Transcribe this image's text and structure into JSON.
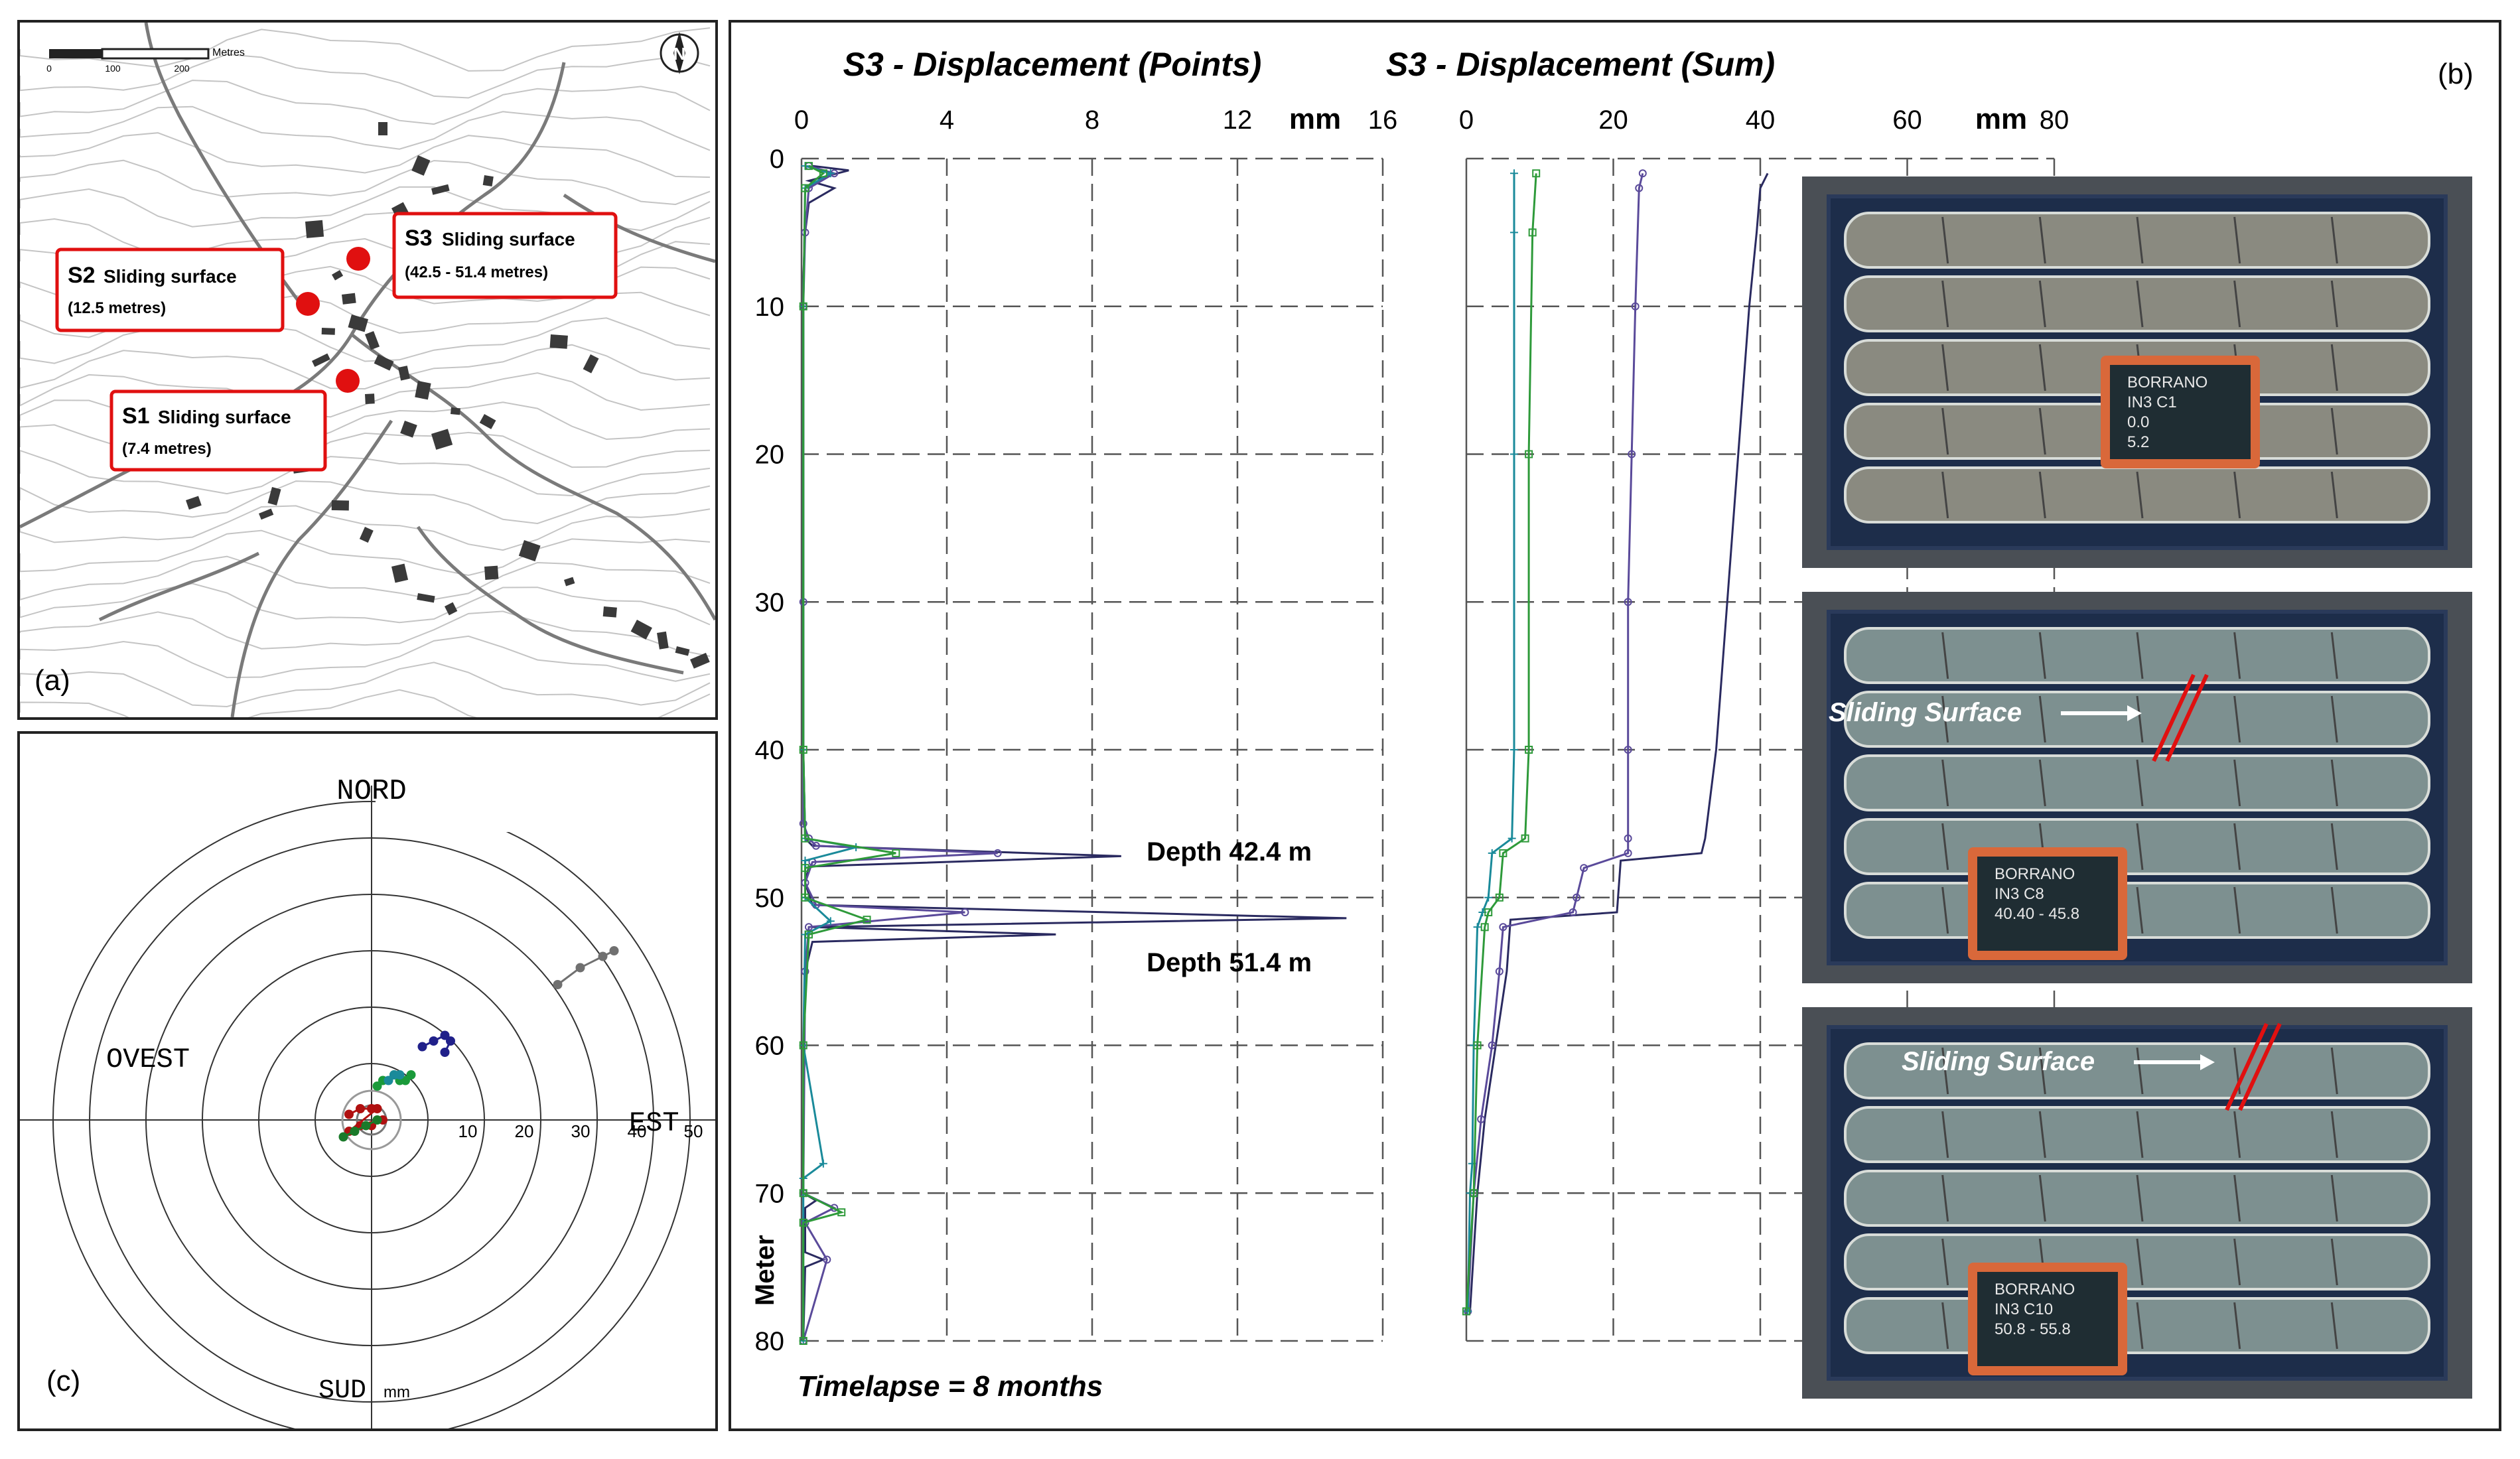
{
  "panel_a": {
    "tag": "(a)",
    "scale_unit": "Metres",
    "scale_ticks": [
      "0",
      "100",
      "200"
    ],
    "north": "N",
    "callouts": [
      {
        "id": "S2",
        "name": "S2",
        "label": "Sliding surface",
        "sub": "(12.5 metres)"
      },
      {
        "id": "S3",
        "name": "S3",
        "label": "Sliding surface",
        "sub": "(42.5 - 51.4 metres)"
      },
      {
        "id": "S1",
        "name": "S1",
        "label": "Sliding surface",
        "sub": "(7.4 metres)"
      }
    ],
    "marker_color": "#e01010"
  },
  "panel_b": {
    "tag": "(b)",
    "ylabel": "Meter",
    "yticks": [
      "0",
      "10",
      "20",
      "30",
      "40",
      "50",
      "60",
      "70",
      "80"
    ],
    "footnote": "Timelapse = 8 months",
    "photos": [
      {
        "board_lines": [
          "BORRANO",
          "IN3 C1",
          "0.0",
          "5.2"
        ]
      },
      {
        "board_lines": [
          "BORRANO",
          "IN3 C8",
          "40.40 - 45.8"
        ],
        "annotation": "Sliding Surface"
      },
      {
        "board_lines": [
          "BORRANO",
          "IN3 C10",
          "50.8 - 55.8"
        ],
        "annotation": "Sliding Surface"
      }
    ]
  },
  "panel_c": {
    "tag": "(c)",
    "north": "NORD",
    "south": "SUD",
    "east": "EST",
    "west": "OVEST",
    "unit": "mm",
    "ring_labels": [
      "10",
      "20",
      "30",
      "40",
      "50"
    ]
  },
  "chart_data": [
    {
      "type": "line",
      "title": "S3 - Displacement (Points)",
      "xlabel": "mm",
      "ylabel": "Meter",
      "xlim": [
        0,
        16
      ],
      "xticks": [
        "0",
        "4",
        "8",
        "12",
        "16"
      ],
      "ylim": [
        0,
        80
      ],
      "y_inverted": true,
      "grid": true,
      "annotations": [
        {
          "text": "Depth 42.4 m",
          "x": 9.5,
          "y": 47.5
        },
        {
          "text": "Depth 51.4 m",
          "x": 9.5,
          "y": 55
        }
      ],
      "series": [
        {
          "color": "#2a2a60",
          "marker": "line",
          "points": [
            [
              0.3,
              0.5
            ],
            [
              1.3,
              0.8
            ],
            [
              0.2,
              1.5
            ],
            [
              0.9,
              2
            ],
            [
              0.2,
              3
            ],
            [
              0.1,
              5
            ],
            [
              0.05,
              8
            ],
            [
              0.05,
              20
            ],
            [
              0.05,
              40
            ],
            [
              0.1,
              46
            ],
            [
              0.3,
              46.5
            ],
            [
              8.8,
              47.2
            ],
            [
              0.2,
              47.9
            ],
            [
              0.1,
              49
            ],
            [
              0.3,
              50.5
            ],
            [
              15.0,
              51.4
            ],
            [
              0.3,
              52
            ],
            [
              7.0,
              52.5
            ],
            [
              0.3,
              53
            ],
            [
              0.1,
              55
            ],
            [
              0.05,
              65
            ],
            [
              0.05,
              70
            ],
            [
              0.4,
              70.5
            ],
            [
              0.1,
              71
            ],
            [
              0.1,
              74
            ],
            [
              0.6,
              74.5
            ],
            [
              0.1,
              75
            ],
            [
              0.05,
              80
            ]
          ]
        },
        {
          "color": "#5a4a9a",
          "marker": "circle",
          "points": [
            [
              0.2,
              0.5
            ],
            [
              0.9,
              1
            ],
            [
              0.2,
              2
            ],
            [
              0.1,
              5
            ],
            [
              0.05,
              10
            ],
            [
              0.05,
              30
            ],
            [
              0.05,
              45
            ],
            [
              0.2,
              46
            ],
            [
              0.4,
              46.5
            ],
            [
              5.4,
              47
            ],
            [
              0.3,
              47.6
            ],
            [
              0.1,
              49
            ],
            [
              0.4,
              50.5
            ],
            [
              4.5,
              51
            ],
            [
              0.2,
              52
            ],
            [
              0.1,
              55
            ],
            [
              0.05,
              70
            ],
            [
              0.9,
              71
            ],
            [
              0.1,
              72
            ],
            [
              0.7,
              74.5
            ],
            [
              0.05,
              80
            ]
          ]
        },
        {
          "color": "#1a8a9a",
          "marker": "plus",
          "points": [
            [
              0.1,
              0.5
            ],
            [
              0.8,
              1
            ],
            [
              0.1,
              2
            ],
            [
              0.05,
              10
            ],
            [
              0.05,
              40
            ],
            [
              0.1,
              46
            ],
            [
              1.5,
              46.6
            ],
            [
              0.1,
              47.5
            ],
            [
              0.1,
              50
            ],
            [
              0.8,
              51.6
            ],
            [
              0.1,
              52.5
            ],
            [
              0.05,
              60
            ],
            [
              0.6,
              68
            ],
            [
              0.05,
              69
            ],
            [
              0.05,
              80
            ]
          ]
        },
        {
          "color": "#2e9a3a",
          "marker": "square",
          "points": [
            [
              0.2,
              0.5
            ],
            [
              0.6,
              1
            ],
            [
              0.1,
              2
            ],
            [
              0.05,
              10
            ],
            [
              0.05,
              40
            ],
            [
              0.1,
              46
            ],
            [
              2.6,
              47
            ],
            [
              0.1,
              48
            ],
            [
              0.1,
              50
            ],
            [
              1.8,
              51.5
            ],
            [
              0.2,
              52.5
            ],
            [
              0.05,
              60
            ],
            [
              0.05,
              70
            ],
            [
              1.1,
              71.3
            ],
            [
              0.05,
              72
            ],
            [
              0.05,
              80
            ]
          ]
        }
      ]
    },
    {
      "type": "line",
      "title": "S3 - Displacement (Sum)",
      "xlabel": "mm",
      "xlim": [
        0,
        80
      ],
      "xticks": [
        "0",
        "20",
        "40",
        "60",
        "80"
      ],
      "ylim": [
        0,
        80
      ],
      "y_inverted": true,
      "grid": true,
      "series": [
        {
          "color": "#2a2a60",
          "marker": "line",
          "points": [
            [
              41,
              1
            ],
            [
              40,
              2
            ],
            [
              39.5,
              5
            ],
            [
              38.5,
              10
            ],
            [
              37,
              20
            ],
            [
              35.5,
              30
            ],
            [
              34,
              40
            ],
            [
              32.5,
              46
            ],
            [
              32,
              47
            ],
            [
              21,
              47.5
            ],
            [
              20.5,
              51
            ],
            [
              6,
              51.5
            ],
            [
              5.5,
              55
            ],
            [
              4,
              60
            ],
            [
              2.5,
              65
            ],
            [
              1.5,
              70
            ],
            [
              0.5,
              78
            ]
          ]
        },
        {
          "color": "#5a4a9a",
          "marker": "circle",
          "points": [
            [
              24,
              1
            ],
            [
              23.5,
              2
            ],
            [
              23,
              10
            ],
            [
              22.5,
              20
            ],
            [
              22,
              30
            ],
            [
              22,
              40
            ],
            [
              22,
              46
            ],
            [
              22,
              47
            ],
            [
              16,
              48
            ],
            [
              15,
              50
            ],
            [
              14.5,
              51
            ],
            [
              5,
              52
            ],
            [
              4.5,
              55
            ],
            [
              3.5,
              60
            ],
            [
              2,
              65
            ],
            [
              1,
              70
            ],
            [
              0.2,
              78
            ]
          ]
        },
        {
          "color": "#1a8a9a",
          "marker": "plus",
          "points": [
            [
              6.5,
              1
            ],
            [
              6.5,
              5
            ],
            [
              6.5,
              20
            ],
            [
              6.5,
              40
            ],
            [
              6.2,
              46
            ],
            [
              3.5,
              47
            ],
            [
              3,
              50
            ],
            [
              2.2,
              51
            ],
            [
              1.5,
              52
            ],
            [
              1,
              60
            ],
            [
              0.8,
              68
            ],
            [
              0.5,
              70
            ],
            [
              0.2,
              78
            ]
          ]
        },
        {
          "color": "#2e9a3a",
          "marker": "square",
          "points": [
            [
              9.5,
              1
            ],
            [
              9,
              5
            ],
            [
              8.5,
              20
            ],
            [
              8.5,
              40
            ],
            [
              8,
              46
            ],
            [
              5,
              47
            ],
            [
              4.5,
              50
            ],
            [
              3,
              51
            ],
            [
              2.5,
              52
            ],
            [
              1.5,
              60
            ],
            [
              1,
              70
            ],
            [
              0,
              78
            ]
          ]
        }
      ]
    },
    {
      "type": "scatter",
      "title": "",
      "coordinate_system": "polar",
      "rlim": [
        0,
        50
      ],
      "r_ticks": [
        "10",
        "20",
        "30",
        "40",
        "50"
      ],
      "unit": "mm",
      "series": [
        {
          "color": "#20208a",
          "points": [
            [
              9,
              13
            ],
            [
              11,
              14
            ],
            [
              13,
              15
            ],
            [
              14,
              14
            ],
            [
              13,
              12
            ]
          ]
        },
        {
          "color": "#1a9a3a",
          "points": [
            [
              1,
              6
            ],
            [
              2,
              7
            ],
            [
              4,
              8
            ],
            [
              5,
              7
            ],
            [
              6,
              7
            ],
            [
              7,
              8
            ]
          ]
        },
        {
          "color": "#1a8a9a",
          "points": [
            [
              3,
              7
            ],
            [
              4,
              8
            ],
            [
              5,
              8
            ]
          ]
        },
        {
          "color": "#b01010",
          "points": [
            [
              -4,
              1
            ],
            [
              -2,
              2
            ],
            [
              0,
              2
            ],
            [
              1,
              2
            ],
            [
              -4,
              -2
            ],
            [
              -2,
              -1
            ],
            [
              0,
              -1
            ],
            [
              2,
              0
            ]
          ]
        },
        {
          "color": "#1a7a2a",
          "points": [
            [
              -5,
              -3
            ],
            [
              -3,
              -2
            ],
            [
              -1,
              -1
            ],
            [
              1,
              0
            ]
          ]
        },
        {
          "color": "#707070",
          "points": [
            [
              33,
              24
            ],
            [
              37,
              27
            ],
            [
              41,
              29
            ],
            [
              43,
              30
            ]
          ]
        }
      ]
    }
  ]
}
